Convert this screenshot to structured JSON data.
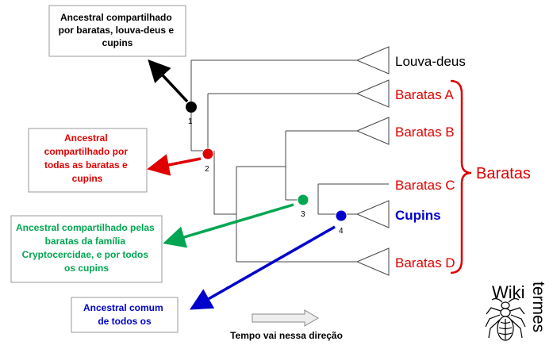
{
  "boxes": {
    "node1": "Ancestral compartilhado por baratas, louva-deus e cupins",
    "node2": "Ancestral compartilhado por todas as baratas e cupins",
    "node3": "Ancestral compartilhado pelas baratas da família Cryptocercidae, e por todos os cupins",
    "node4": "Ancestral comum de todos os cupins"
  },
  "node_numbers": [
    "1",
    "2",
    "3",
    "4"
  ],
  "taxa": {
    "louva_deus": "Louva-deus",
    "baratas_a": "Baratas A",
    "baratas_b": "Baratas B",
    "baratas_c": "Baratas C",
    "cupins": "Cupins",
    "baratas_d": "Baratas D"
  },
  "group_label": "Baratas",
  "time_label": "Tempo vai nessa direção",
  "logo_text": {
    "wiki": "Wiki",
    "termes": "termes"
  },
  "colors": {
    "black": "#000000",
    "red": "#e00000",
    "green": "#00a651",
    "blue": "#0000cc",
    "box_border": "#999999",
    "line": "#444444"
  }
}
